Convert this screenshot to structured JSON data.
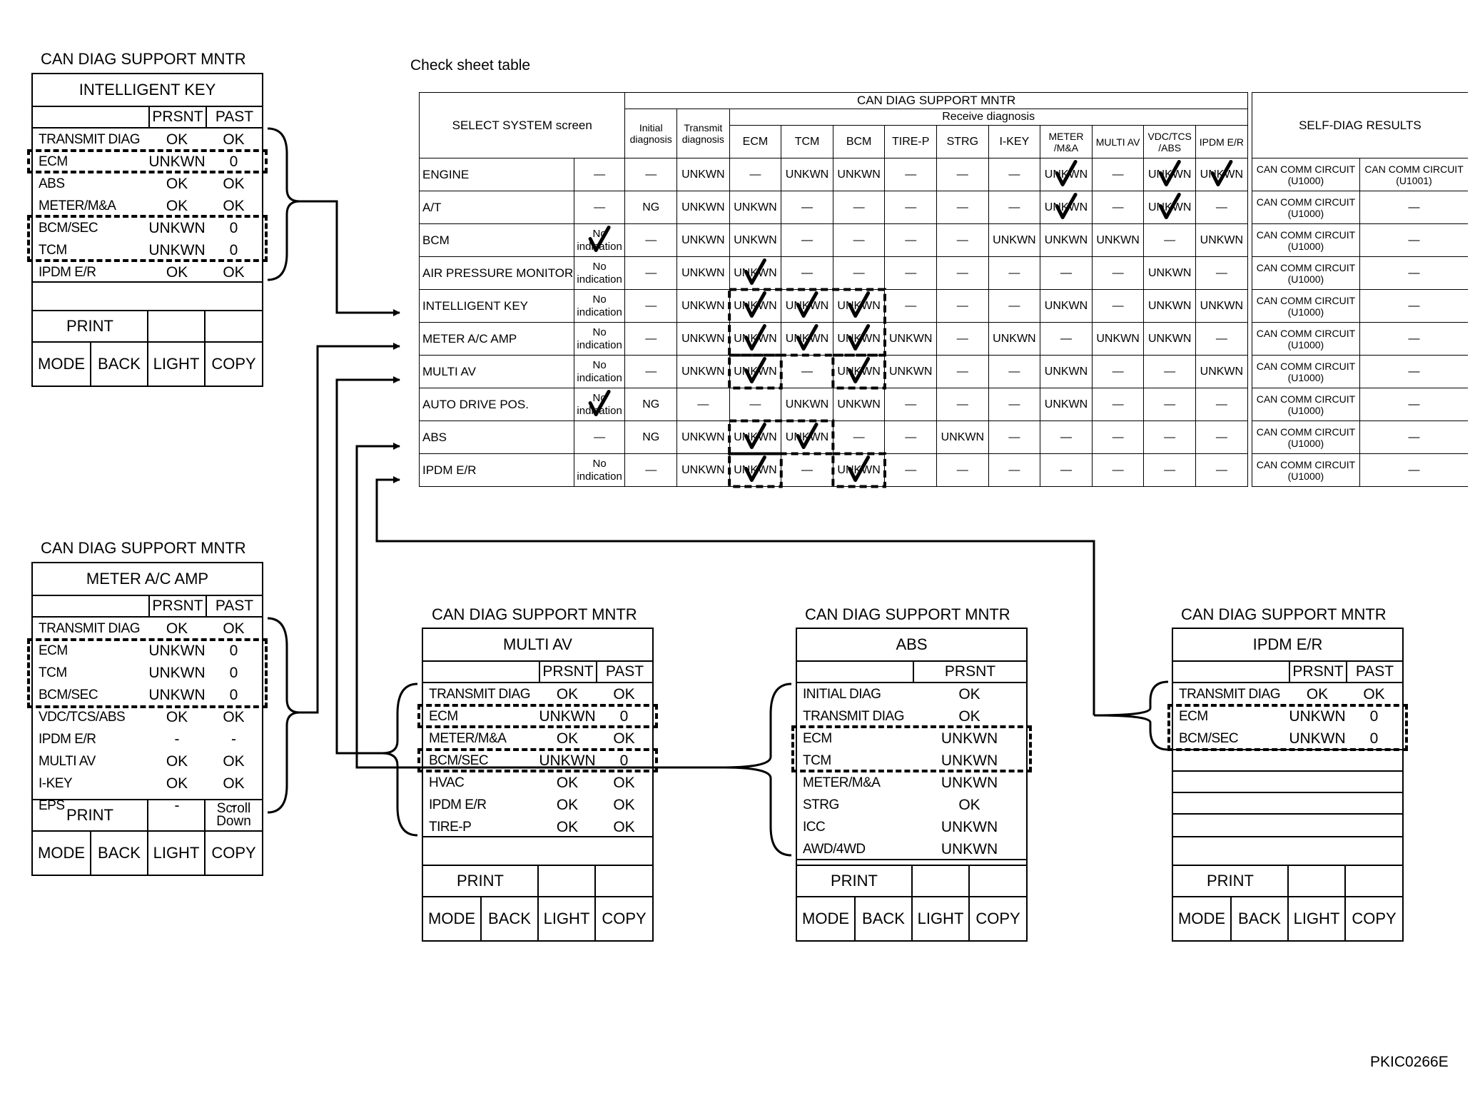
{
  "check_sheet": {
    "title": "Check sheet table",
    "select_system_header": "SELECT SYSTEM screen",
    "can_diag_header": "CAN DIAG SUPPORT MNTR",
    "initial_header": "Initial diagnosis",
    "transmit_header": "Transmit diagnosis",
    "receive_header": "Receive diagnosis",
    "self_diag_header": "SELF-DIAG RESULTS",
    "receive_cols": [
      "ECM",
      "TCM",
      "BCM",
      "TIRE-P",
      "STRG",
      "I-KEY",
      "METER /M&A",
      "MULTI AV",
      "VDC/TCS /ABS",
      "IPDM E/R"
    ],
    "rows": [
      {
        "sys": "ENGINE",
        "sel": "—",
        "init": "—",
        "trans": "UNKWN",
        "rx": [
          "—",
          "UNKWN",
          "UNKWN",
          "—",
          "—",
          "—",
          "UNKWN",
          "—",
          "UNKWN",
          "UNKWN"
        ],
        "sd1": "CAN COMM CIRCUIT (U1000)",
        "sd2": "CAN COMM CIRCUIT (U1001)"
      },
      {
        "sys": "A/T",
        "sel": "—",
        "init": "NG",
        "trans": "UNKWN",
        "rx": [
          "UNKWN",
          "—",
          "—",
          "—",
          "—",
          "—",
          "UNKWN",
          "—",
          "UNKWN",
          "—"
        ],
        "sd1": "CAN COMM CIRCUIT (U1000)",
        "sd2": "—"
      },
      {
        "sys": "BCM",
        "sel": "No indication",
        "init": "—",
        "trans": "UNKWN",
        "rx": [
          "UNKWN",
          "—",
          "—",
          "—",
          "—",
          "UNKWN",
          "UNKWN",
          "UNKWN",
          "—",
          "UNKWN"
        ],
        "sd1": "CAN COMM CIRCUIT (U1000)",
        "sd2": "—"
      },
      {
        "sys": "AIR PRESSURE MONITOR",
        "sel": "No indication",
        "init": "—",
        "trans": "UNKWN",
        "rx": [
          "UNKWN",
          "—",
          "—",
          "—",
          "—",
          "—",
          "—",
          "—",
          "UNKWN",
          "—"
        ],
        "sd1": "CAN COMM CIRCUIT (U1000)",
        "sd2": "—"
      },
      {
        "sys": "INTELLIGENT KEY",
        "sel": "No indication",
        "init": "—",
        "trans": "UNKWN",
        "rx": [
          "UNKWN",
          "UNKWN",
          "UNKWN",
          "—",
          "—",
          "—",
          "UNKWN",
          "—",
          "UNKWN",
          "UNKWN"
        ],
        "sd1": "CAN COMM CIRCUIT (U1000)",
        "sd2": "—"
      },
      {
        "sys": "METER A/C AMP",
        "sel": "No indication",
        "init": "—",
        "trans": "UNKWN",
        "rx": [
          "UNKWN",
          "UNKWN",
          "UNKWN",
          "UNKWN",
          "—",
          "UNKWN",
          "—",
          "UNKWN",
          "UNKWN",
          "—"
        ],
        "sd1": "CAN COMM CIRCUIT (U1000)",
        "sd2": "—"
      },
      {
        "sys": "MULTI AV",
        "sel": "No indication",
        "init": "—",
        "trans": "UNKWN",
        "rx": [
          "UNKWN",
          "—",
          "UNKWN",
          "UNKWN",
          "—",
          "—",
          "UNKWN",
          "—",
          "—",
          "UNKWN"
        ],
        "sd1": "CAN COMM CIRCUIT (U1000)",
        "sd2": "—"
      },
      {
        "sys": "AUTO DRIVE POS.",
        "sel": "No indication",
        "init": "NG",
        "trans": "—",
        "rx": [
          "—",
          "UNKWN",
          "UNKWN",
          "—",
          "—",
          "—",
          "UNKWN",
          "—",
          "—",
          "—"
        ],
        "sd1": "CAN COMM CIRCUIT (U1000)",
        "sd2": "—"
      },
      {
        "sys": "ABS",
        "sel": "—",
        "init": "NG",
        "trans": "UNKWN",
        "rx": [
          "UNKWN",
          "UNKWN",
          "—",
          "—",
          "UNKWN",
          "—",
          "—",
          "—",
          "—",
          "—"
        ],
        "sd1": "CAN COMM CIRCUIT (U1000)",
        "sd2": "—"
      },
      {
        "sys": "IPDM E/R",
        "sel": "No indication",
        "init": "—",
        "trans": "UNKWN",
        "rx": [
          "UNKWN",
          "—",
          "UNKWN",
          "—",
          "—",
          "—",
          "—",
          "—",
          "—",
          "—"
        ],
        "sd1": "CAN COMM CIRCUIT (U1000)",
        "sd2": "—"
      }
    ]
  },
  "panels": {
    "ikey": {
      "title": "CAN DIAG SUPPORT MNTR",
      "system": "INTELLIGENT KEY",
      "col1": "PRSNT",
      "col2": "PAST",
      "rows": [
        [
          "TRANSMIT DIAG",
          "OK",
          "OK"
        ],
        [
          "ECM",
          "UNKWN",
          "0"
        ],
        [
          "ABS",
          "OK",
          "OK"
        ],
        [
          "METER/M&A",
          "OK",
          "OK"
        ],
        [
          "BCM/SEC",
          "UNKWN",
          "0"
        ],
        [
          "TCM",
          "UNKWN",
          "0"
        ],
        [
          "IPDM E/R",
          "OK",
          "OK"
        ]
      ],
      "footer": {
        "print": "PRINT",
        "mode": "MODE",
        "back": "BACK",
        "light": "LIGHT",
        "copy": "COPY"
      }
    },
    "meter": {
      "title": "CAN DIAG SUPPORT MNTR",
      "system": "METER A/C AMP",
      "col1": "PRSNT",
      "col2": "PAST",
      "rows": [
        [
          "TRANSMIT DIAG",
          "OK",
          "OK"
        ],
        [
          "ECM",
          "UNKWN",
          "0"
        ],
        [
          "TCM",
          "UNKWN",
          "0"
        ],
        [
          "BCM/SEC",
          "UNKWN",
          "0"
        ],
        [
          "VDC/TCS/ABS",
          "OK",
          "OK"
        ],
        [
          "IPDM E/R",
          "-",
          "-"
        ],
        [
          "MULTI AV",
          "OK",
          "OK"
        ],
        [
          "I-KEY",
          "OK",
          "OK"
        ],
        [
          "EPS",
          "-",
          "-"
        ]
      ],
      "footer": {
        "print": "PRINT",
        "scroll": "Scroll Down",
        "mode": "MODE",
        "back": "BACK",
        "light": "LIGHT",
        "copy": "COPY"
      }
    },
    "multi": {
      "title": "CAN DIAG SUPPORT MNTR",
      "system": "MULTI AV",
      "col1": "PRSNT",
      "col2": "PAST",
      "rows": [
        [
          "TRANSMIT DIAG",
          "OK",
          "OK"
        ],
        [
          "ECM",
          "UNKWN",
          "0"
        ],
        [
          "METER/M&A",
          "OK",
          "OK"
        ],
        [
          "BCM/SEC",
          "UNKWN",
          "0"
        ],
        [
          "HVAC",
          "OK",
          "OK"
        ],
        [
          "IPDM E/R",
          "OK",
          "OK"
        ],
        [
          "TIRE-P",
          "OK",
          "OK"
        ]
      ],
      "footer": {
        "print": "PRINT",
        "mode": "MODE",
        "back": "BACK",
        "light": "LIGHT",
        "copy": "COPY"
      }
    },
    "abs": {
      "title": "CAN DIAG SUPPORT MNTR",
      "system": "ABS",
      "col1": "PRSNT",
      "rows": [
        [
          "INITIAL DIAG",
          "OK"
        ],
        [
          "TRANSMIT DIAG",
          "OK"
        ],
        [
          "ECM",
          "UNKWN"
        ],
        [
          "TCM",
          "UNKWN"
        ],
        [
          "METER/M&A",
          "UNKWN"
        ],
        [
          "STRG",
          "OK"
        ],
        [
          "ICC",
          "UNKWN"
        ],
        [
          "AWD/4WD",
          "UNKWN"
        ]
      ],
      "footer": {
        "print": "PRINT",
        "mode": "MODE",
        "back": "BACK",
        "light": "LIGHT",
        "copy": "COPY"
      }
    },
    "ipdm": {
      "title": "CAN DIAG SUPPORT MNTR",
      "system": "IPDM E/R",
      "col1": "PRSNT",
      "col2": "PAST",
      "rows": [
        [
          "TRANSMIT DIAG",
          "OK",
          "OK"
        ],
        [
          "ECM",
          "UNKWN",
          "0"
        ],
        [
          "BCM/SEC",
          "UNKWN",
          "0"
        ]
      ],
      "footer": {
        "print": "PRINT",
        "mode": "MODE",
        "back": "BACK",
        "light": "LIGHT",
        "copy": "COPY"
      }
    }
  },
  "figure_code": "PKIC0266E"
}
